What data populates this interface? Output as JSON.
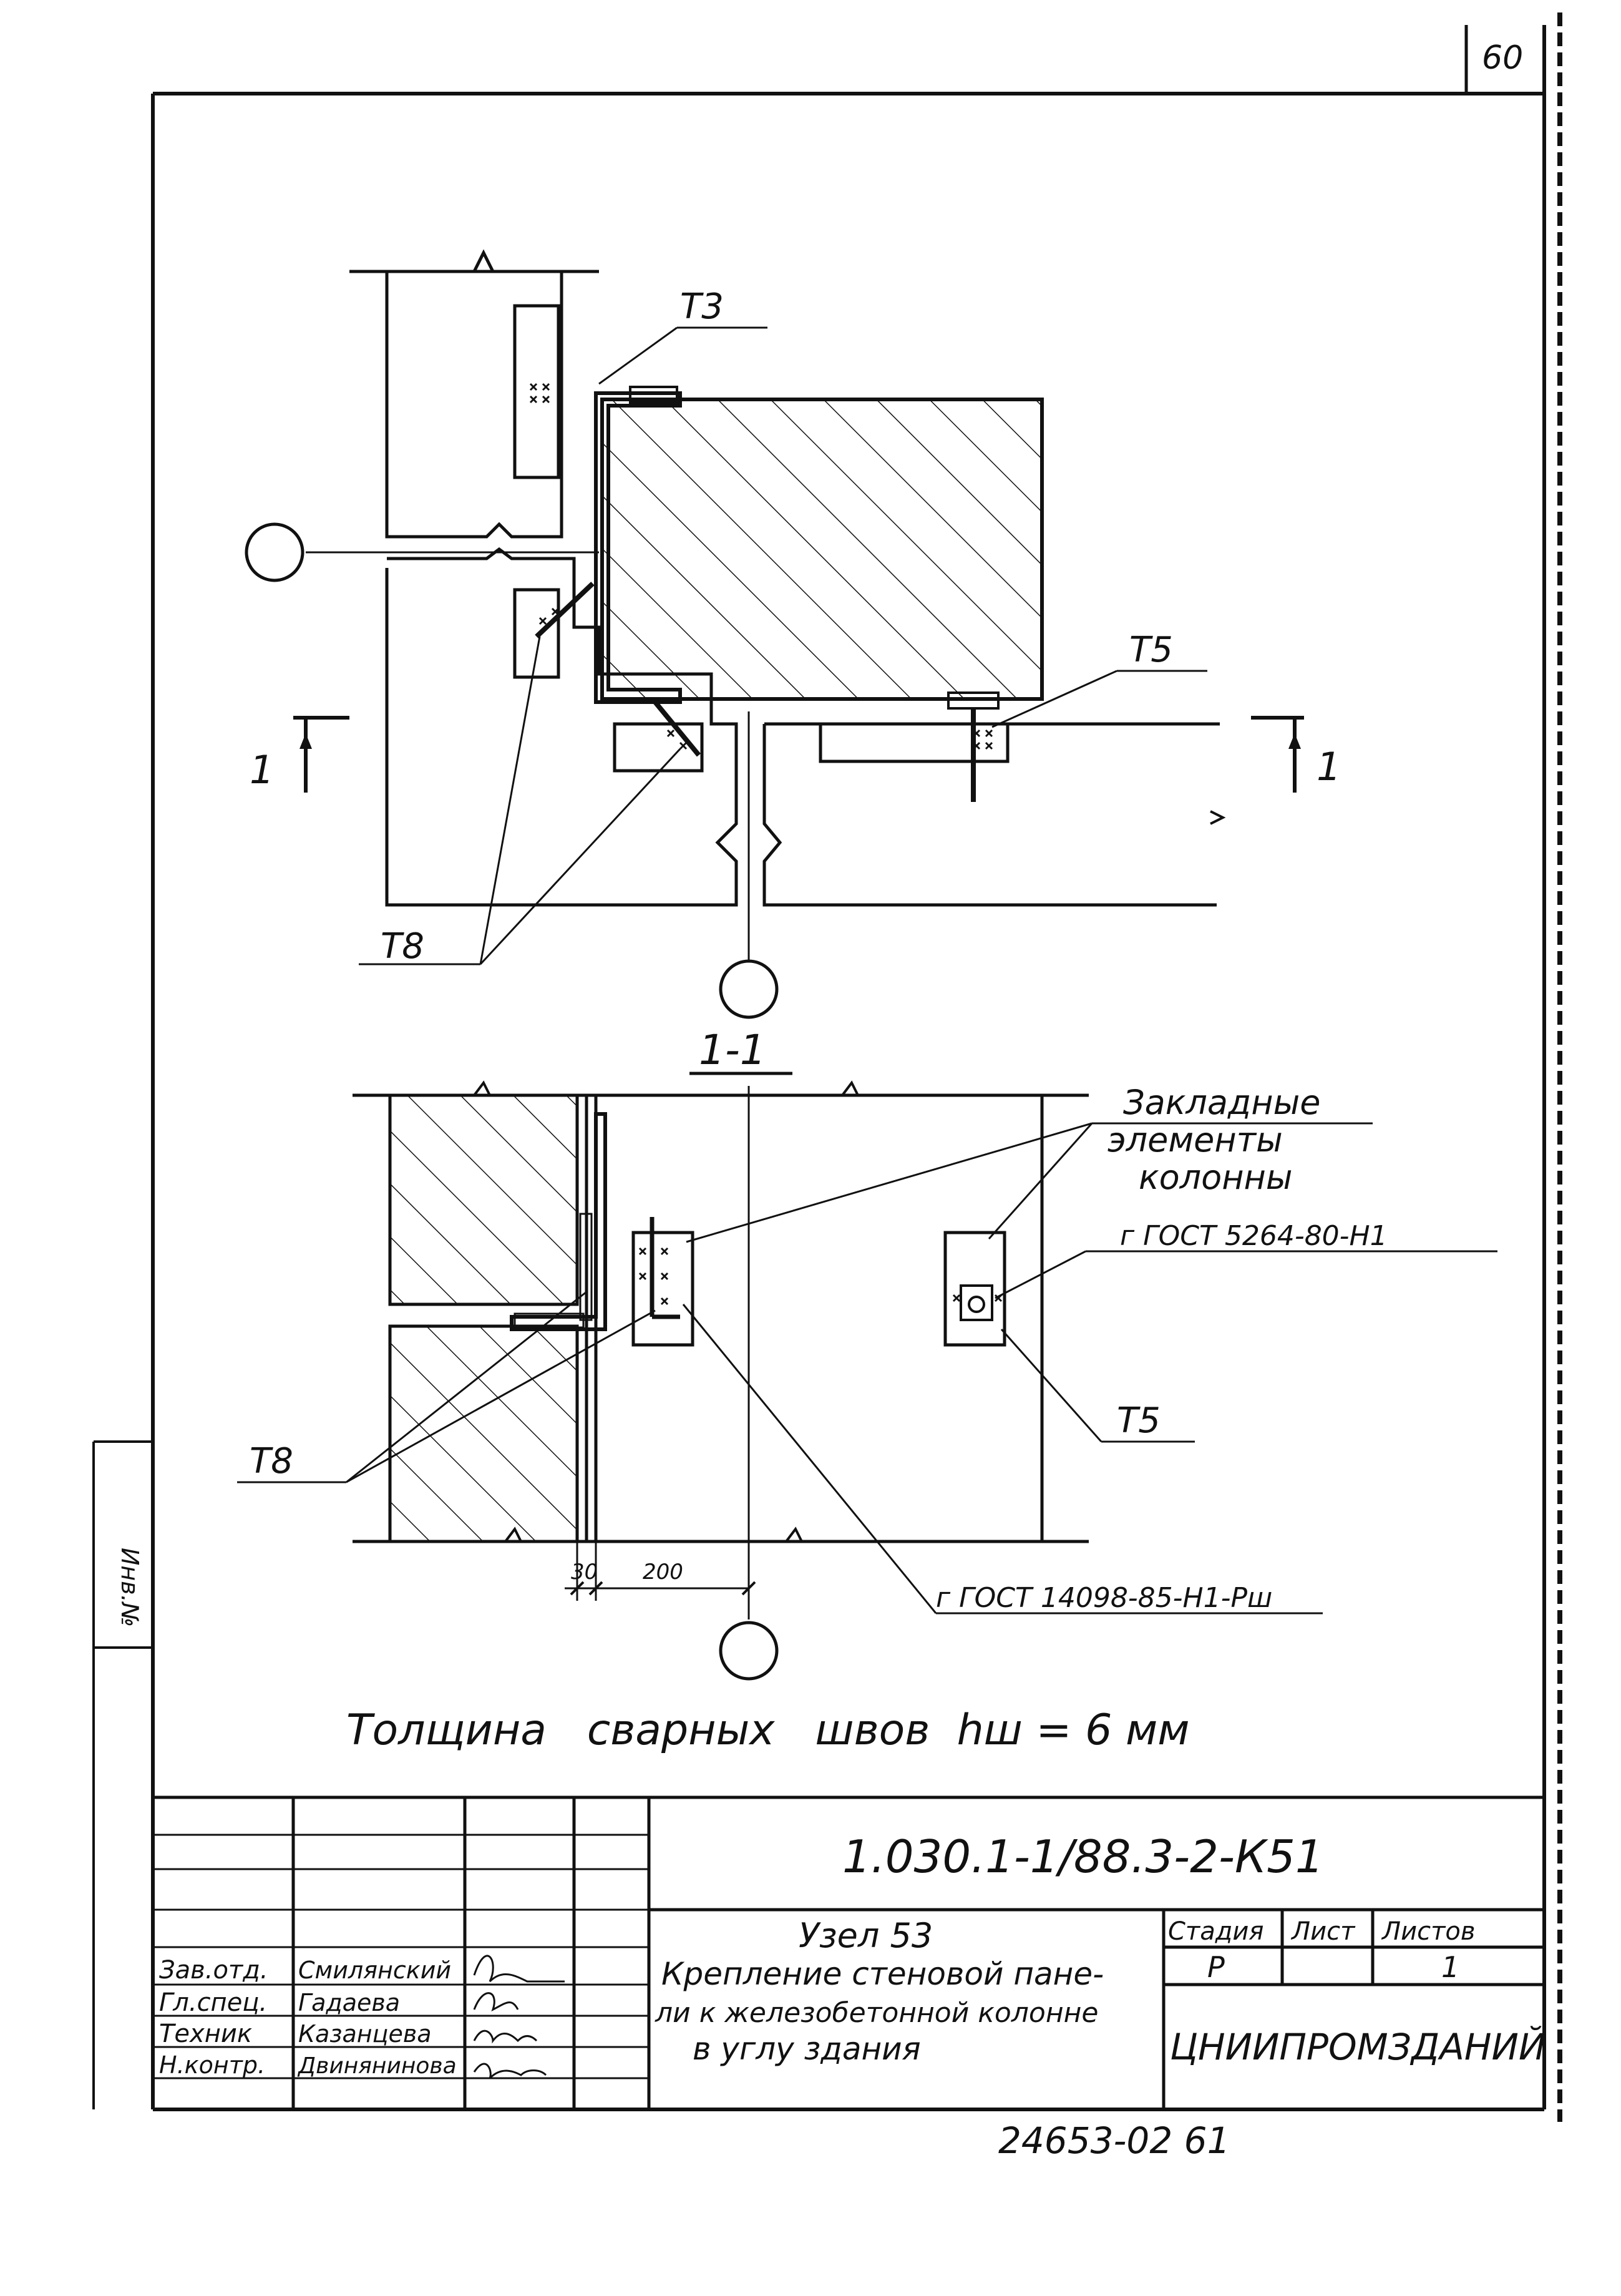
{
  "sheet": {
    "page_number": "60",
    "document_code": "1.030.1-1/88.3-2-К51",
    "archive_number": "24653-02 61",
    "side_stamp": "Инв.№"
  },
  "plan": {
    "labels": {
      "t3": "Т3",
      "t5": "Т5",
      "t8": "Т8",
      "cut_left": "1",
      "cut_right": "1"
    }
  },
  "section": {
    "title": "1-1",
    "callouts": {
      "embedded_elements": [
        "Закладные",
        "элементы",
        "колонны"
      ],
      "gost_5264": "г ГОСТ 5264-80-Н1",
      "gost_14098": "г ГОСТ 14098-85-Н1-Рш",
      "t5": "Т5",
      "t8": "Т8"
    },
    "dimensions": {
      "d1": "30",
      "d2": "200"
    }
  },
  "weld_note": "Толщина   сварных   швов  hш = 6 мм",
  "title_block": {
    "rows": [
      {
        "role": "Зав.отд.",
        "name": "Смилянский"
      },
      {
        "role": "Гл.спец.",
        "name": "Гадаева"
      },
      {
        "role": "Техник",
        "name": "Казанцева"
      },
      {
        "role": "Н.контр.",
        "name": "Двинянинова"
      }
    ],
    "title_lines": [
      "Узел 53",
      "Крепление стеновой пане-",
      "ли к железобетонной колонне",
      "в углу здания"
    ],
    "stage_label": "Стадия",
    "sheet_label": "Лист",
    "sheets_label": "Листов",
    "stage_value": "Р",
    "sheet_value": "",
    "sheets_value": "1",
    "organization": "ЦНИИПРОМЗДАНИЙ"
  }
}
